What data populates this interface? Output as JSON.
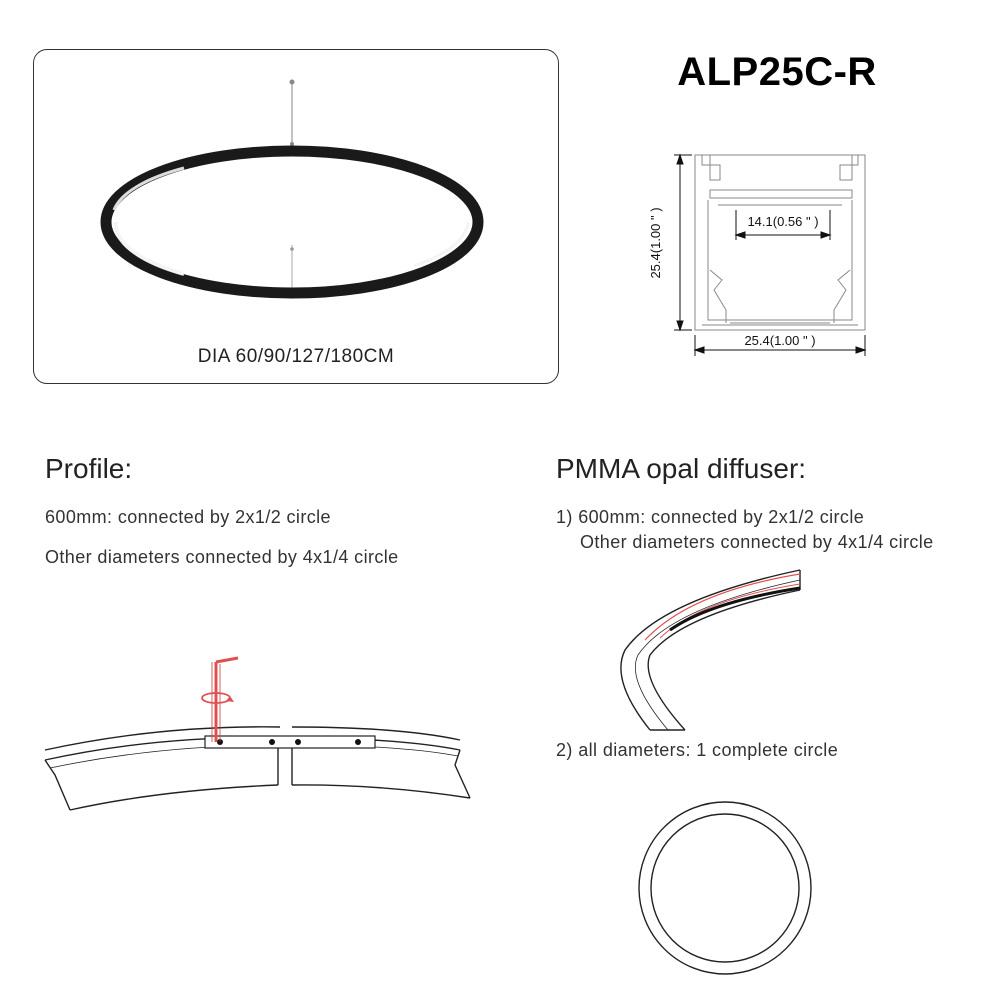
{
  "product": {
    "title": "ALP25C-R"
  },
  "hero": {
    "dia_label": "DIA 60/90/127/180CM"
  },
  "section_drawing": {
    "height_label": "25.4(1.00 \" )",
    "inner_width_label": "14.1(0.56 \" )",
    "width_label": "25.4(1.00 \" )"
  },
  "profile": {
    "heading": "Profile:",
    "line1": "600mm: connected by 2x1/2 circle",
    "line2": "Other diameters connected by 4x1/4 circle"
  },
  "diffuser": {
    "heading": "PMMA opal diffuser:",
    "line1": "1) 600mm: connected by 2x1/2 circle",
    "line2": "Other diameters connected by 4x1/4 circle",
    "line3": "2) all diameters: 1 complete circle"
  },
  "colors": {
    "accent": "#e05050",
    "outline": "#222222"
  },
  "icons": [
    "ring-pendant-illustration",
    "profile-cross-section",
    "hex-key-icon",
    "rotate-arrow-icon",
    "diffuser-arc-illustration",
    "diffuser-ring-illustration"
  ]
}
